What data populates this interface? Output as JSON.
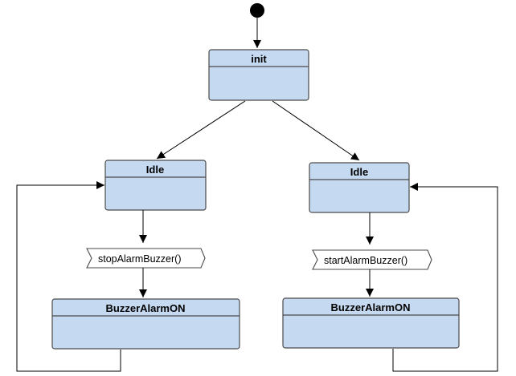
{
  "diagram": {
    "initial_node": {},
    "states": {
      "init": {
        "title": "init"
      },
      "idle_left": {
        "title": "Idle"
      },
      "idle_right": {
        "title": "Idle"
      },
      "buzzer_left": {
        "title": "BuzzerAlarmON"
      },
      "buzzer_right": {
        "title": "BuzzerAlarmON"
      }
    },
    "signals": {
      "stop": {
        "label": "stopAlarmBuzzer()"
      },
      "start": {
        "label": "startAlarmBuzzer()"
      }
    },
    "colors": {
      "state_fill": "#c5d9f1",
      "state_border": "#4a4a4a",
      "line": "#000000",
      "background": "#ffffff"
    }
  }
}
